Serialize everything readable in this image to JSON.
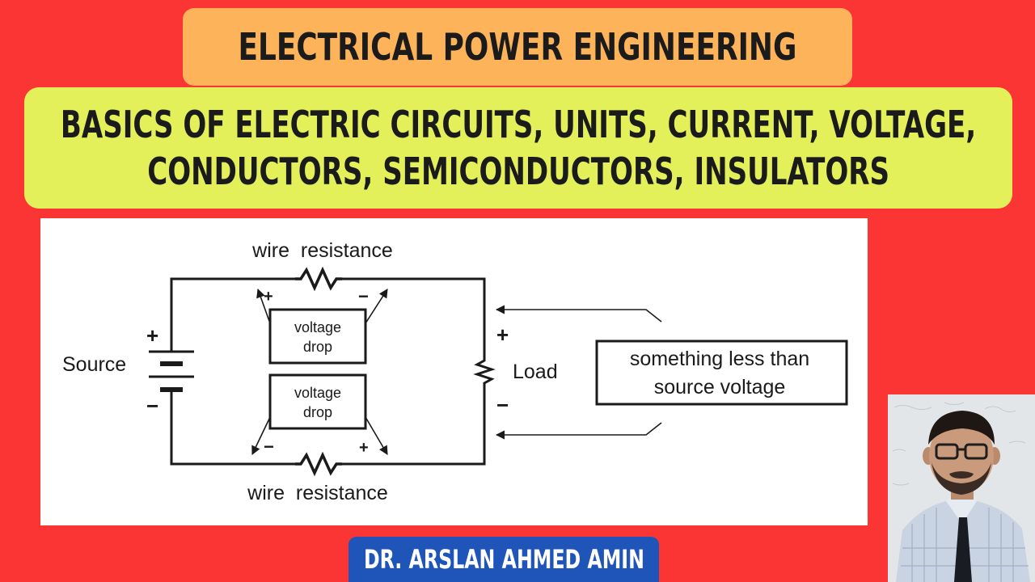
{
  "header": {
    "title": "ELECTRICAL POWER ENGINEERING",
    "subtitle_line1": "BASICS OF ELECTRIC CIRCUITS, UNITS, CURRENT, VOLTAGE,",
    "subtitle_line2": "CONDUCTORS, SEMICONDUCTORS, INSULATORS"
  },
  "diagram": {
    "wire_resistance_top": "wire  resistance",
    "wire_resistance_bottom": "wire  resistance",
    "source_label": "Source",
    "source_plus": "+",
    "source_minus": "−",
    "load_label": "Load",
    "load_plus": "+",
    "load_minus": "−",
    "drop_top_line1": "voltage",
    "drop_top_line2": "drop",
    "drop_bottom_line1": "voltage",
    "drop_bottom_line2": "drop",
    "drop_top_plus": "+",
    "drop_top_minus": "−",
    "drop_bottom_minus": "−",
    "drop_bottom_plus": "+",
    "callout_line1": "something less than",
    "callout_line2": "source voltage"
  },
  "footer": {
    "author": "DR. ARSLAN AHMED AMIN"
  },
  "colors": {
    "background": "#fa3533",
    "title_banner": "#fdb35a",
    "subtitle_banner": "#e3f05a",
    "author_banner": "#1f55b8"
  }
}
